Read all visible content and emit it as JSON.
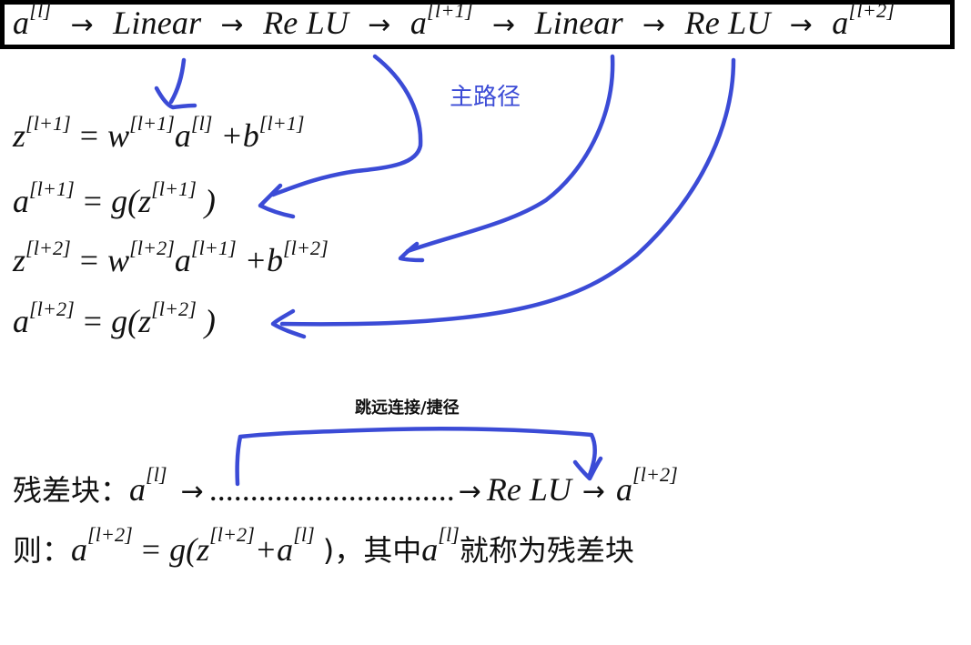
{
  "top": {
    "a_l": "a",
    "a_l_sup": "[l]",
    "linear_1": "Linear",
    "relu_1": "Re LU",
    "a_l1": "a",
    "a_l1_sup": "[l+1]",
    "linear_2": "Linear",
    "relu_2": "Re LU",
    "a_l2": "a",
    "a_l2_sup": "[l+2]",
    "arrow": "→"
  },
  "annotations": {
    "main_path": "主路径",
    "skip_connection": "跳远连接/捷径"
  },
  "equations": [
    {
      "lhs": "z",
      "lhs_sup": "[l+1]",
      "rhs": [
        "w",
        "[l+1]",
        "a",
        "[l]",
        "+b",
        "[l+1]"
      ]
    },
    {
      "lhs": "a",
      "lhs_sup": "[l+1]",
      "rhs": [
        "g(z",
        "[l+1]",
        ")"
      ]
    },
    {
      "lhs": "z",
      "lhs_sup": "[l+2]",
      "rhs": [
        "w",
        "[l+2]",
        "a",
        "[l+1]",
        "+b",
        "[l+2]"
      ]
    },
    {
      "lhs": "a",
      "lhs_sup": "[l+2]",
      "rhs": [
        "g(z",
        "[l+2]",
        ")"
      ]
    }
  ],
  "equals": "=",
  "residual": {
    "label": "残差块：",
    "a": "a",
    "a_sup": "[l]",
    "arrow": "→",
    "dots": "..............................",
    "relu": "Re LU",
    "a2": "a",
    "a2_sup": "[l+2]"
  },
  "conclusion": {
    "label": "则：",
    "a": "a",
    "a_sup": "[l+2]",
    "eq": "=",
    "g": "g(z",
    "z_sup": "[l+2]",
    "plus": "+a",
    "plus_sup": "[l]",
    "close": ")，",
    "text1": "其中",
    "a3": "a",
    "a3_sup": "[l]",
    "text2": "就称为残差块"
  },
  "colors": {
    "ink_blue": "#3b4bd6",
    "border": "#000000"
  }
}
